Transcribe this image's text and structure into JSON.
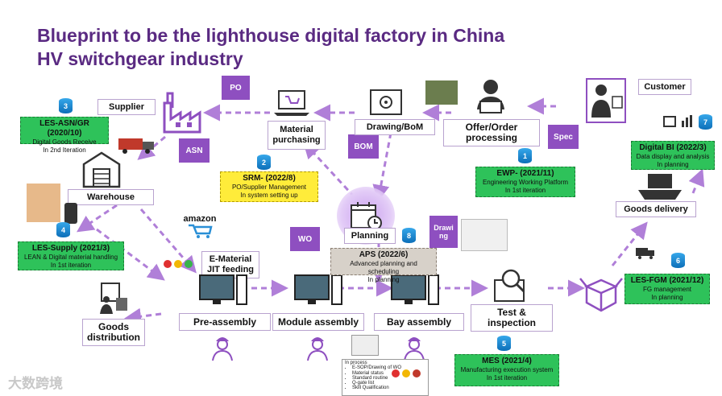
{
  "title": {
    "line1": "Blueprint to be the lighthouse digital factory in China",
    "line2": "HV switchgear industry"
  },
  "nodes": {
    "supplier": "Supplier",
    "customer": "Customer",
    "material_purchasing": "Material purchasing",
    "drawing_bom": "Drawing/BoM",
    "offer_order": "Offer/Order processing",
    "warehouse": "Warehouse",
    "goods_delivery": "Goods delivery",
    "planning": "Planning",
    "e_material": "E-Material JIT feeding",
    "goods_distribution": "Goods distribution",
    "pre_assembly": "Pre-assembly",
    "module_assembly": "Module assembly",
    "bay_assembly": "Bay assembly",
    "test_inspection": "Test & inspection"
  },
  "tags": {
    "po": "PO",
    "asn": "ASN",
    "bom": "BOM",
    "spec": "Spec",
    "wo": "WO",
    "drawing": "Drawi ng",
    "amazon": "amazon"
  },
  "systems": [
    {
      "num": "3",
      "title": "LES-ASN/GR (2020/10)",
      "line1": "Digital Goods Receive",
      "line2": "In 2nd Iteration"
    },
    {
      "num": "2",
      "title": "SRM- (2022/8)",
      "line1": "PO/Supplier Management",
      "line2": "In system setting up"
    },
    {
      "num": "1",
      "title": "EWP- (2021/11)",
      "line1": "Engineering Working Platform",
      "line2": "In 1st iteration"
    },
    {
      "num": "7",
      "title": "Digital BI (2022/3)",
      "line1": "Data display and analysis",
      "line2": "In planning"
    },
    {
      "num": "4",
      "title": "LES-Supply (2021/3)",
      "line1": "LEAN & Digital material handling",
      "line2": "In 1st iteration"
    },
    {
      "num": "8",
      "title": "APS (2022/6)",
      "line1": "Advanced planning and scheduling",
      "line2": "In planning"
    },
    {
      "num": "6",
      "title": "LES-FGM (2021/12)",
      "line1": "FG management",
      "line2": "In planning"
    },
    {
      "num": "5",
      "title": "MES (2021/4)",
      "line1": "Manufacturing execution system",
      "line2": "In 1st iteration"
    }
  ],
  "in_process": {
    "heading": "In process",
    "items": [
      "E-SOP/Drawing of WO",
      "Material status",
      "Standard routine",
      "Q-gate list",
      "Skill Qualification"
    ]
  },
  "watermark": "大数跨境",
  "colors": {
    "title": "#5a2a82",
    "accent": "#8e4fc0",
    "arrow": "#b07fd8",
    "status_green": "#2ec25a",
    "status_yellow": "#ffec3a",
    "status_gray": "#d7d1c9"
  }
}
